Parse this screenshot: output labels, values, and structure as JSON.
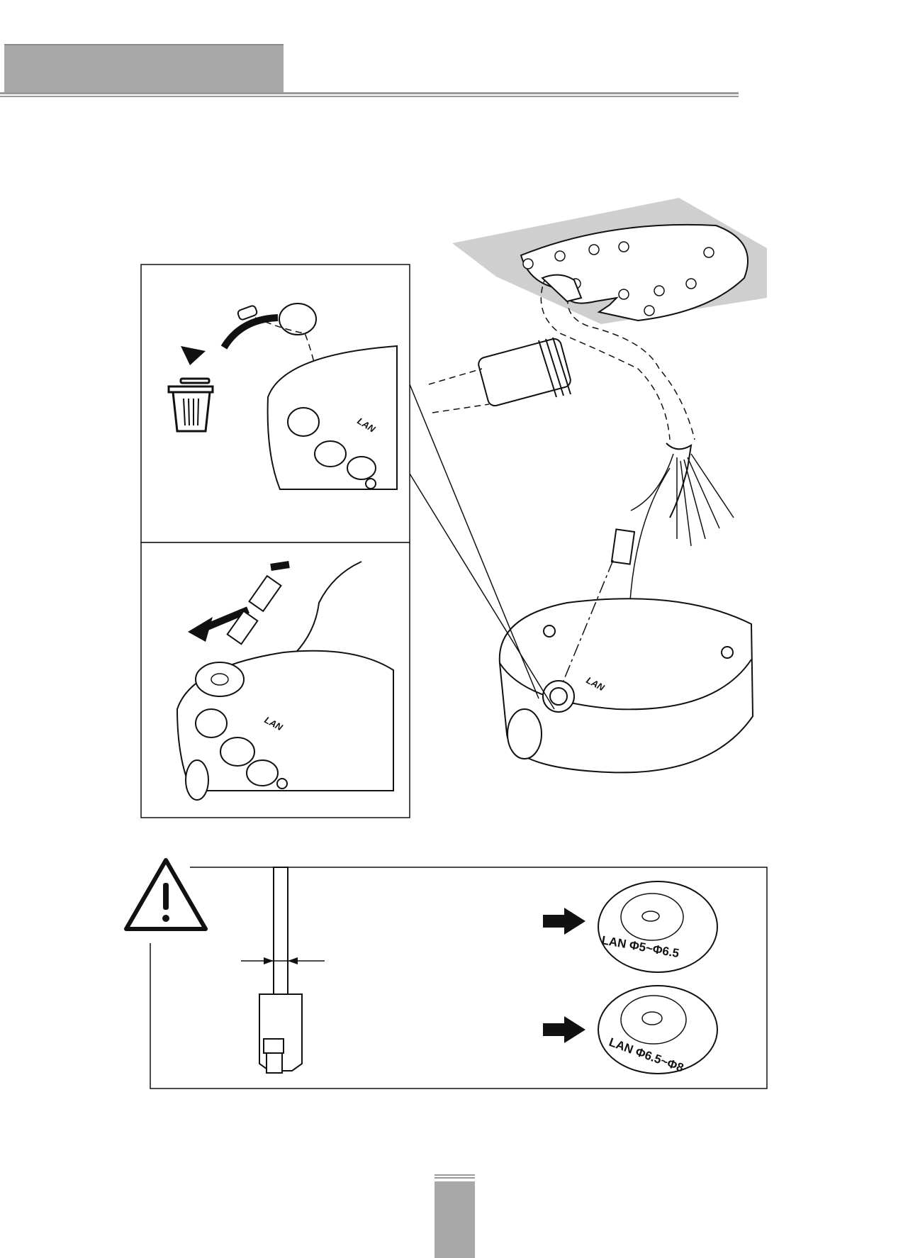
{
  "labels": {
    "lan": "LAN",
    "grommet_small": "LAN Φ5~Φ6.5",
    "grommet_large": "LAN Φ6.5~Φ8"
  }
}
